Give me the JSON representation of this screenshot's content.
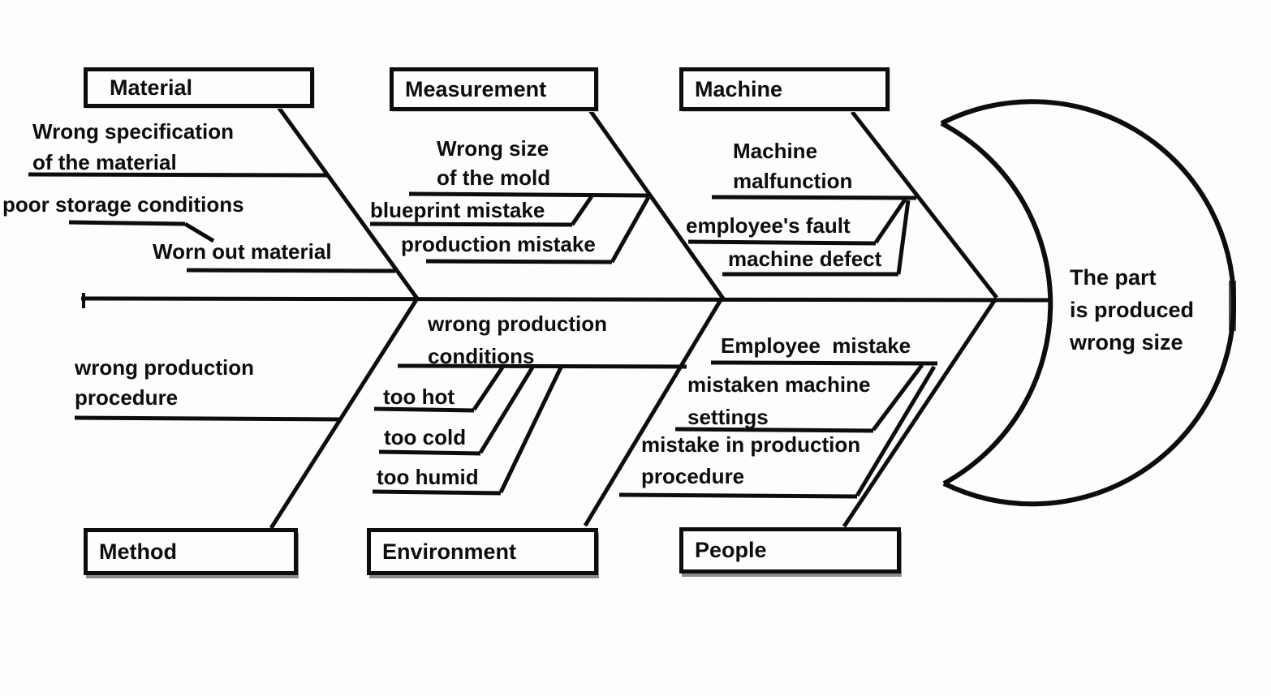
{
  "effect": {
    "lines": [
      "The part",
      "is produced",
      "wrong size"
    ]
  },
  "categories": {
    "material": {
      "label": "Material"
    },
    "measurement": {
      "label": "Measurement"
    },
    "machine": {
      "label": "Machine"
    },
    "method": {
      "label": "Method"
    },
    "environment": {
      "label": "Environment"
    },
    "people": {
      "label": "People"
    }
  },
  "causes": {
    "material_spec": {
      "lines": [
        "Wrong specification",
        "of the material"
      ]
    },
    "poor_storage": {
      "lines": [
        "poor storage conditions"
      ]
    },
    "worn_out": {
      "lines": [
        "Worn out material"
      ]
    },
    "wrong_size_mold": {
      "lines": [
        "Wrong size",
        "of the mold"
      ]
    },
    "blueprint_mistake": {
      "lines": [
        "blueprint mistake"
      ]
    },
    "production_mistake": {
      "lines": [
        "production mistake"
      ]
    },
    "machine_malfunction": {
      "lines": [
        "Machine",
        "malfunction"
      ]
    },
    "employees_fault": {
      "lines": [
        "employee's fault"
      ]
    },
    "machine_defect": {
      "lines": [
        "machine defect"
      ]
    },
    "employee_mistake": {
      "lines": [
        "Employee  mistake"
      ]
    },
    "mistaken_settings": {
      "lines": [
        "mistaken machine",
        "settings"
      ]
    },
    "mistake_in_procedure": {
      "lines": [
        "mistake in production",
        "procedure"
      ]
    },
    "wrong_conditions": {
      "lines": [
        "wrong production",
        "conditions"
      ]
    },
    "too_hot": {
      "lines": [
        "too hot"
      ]
    },
    "too_cold": {
      "lines": [
        "too cold"
      ]
    },
    "too_humid": {
      "lines": [
        "too humid"
      ]
    },
    "wrong_procedure": {
      "lines": [
        "wrong production",
        "procedure"
      ]
    }
  },
  "colors": {
    "line": "#0d0d0d",
    "text": "#0d0d0d",
    "background": "#fdfdfd",
    "shadow_bar": "#4d4d4d"
  }
}
